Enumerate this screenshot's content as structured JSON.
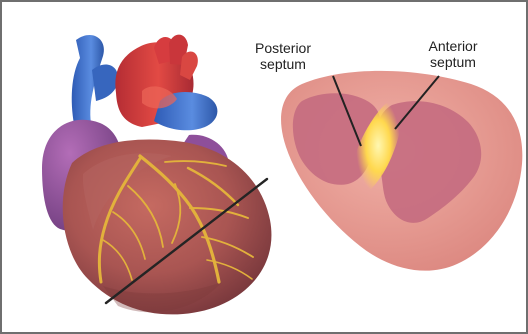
{
  "labels": {
    "posterior": [
      "Posterior",
      "septum"
    ],
    "anterior": [
      "Anterior",
      "septum"
    ]
  },
  "colors": {
    "frame": "#6f6f6f",
    "heart_muscle": "#a95552",
    "atrium": "#8f4f9a",
    "aorta": "#d43d3d",
    "vein_blue": "#3f70c7",
    "coronary_vessels": "#e2b13c",
    "cross_section_outer": "#e89a90",
    "cross_section_inner": "#c66c80",
    "septum_highlight": "#ffe26a"
  },
  "icons": {
    "heart": "heart-illustration-icon",
    "cross_section": "septum-cross-section-icon"
  }
}
